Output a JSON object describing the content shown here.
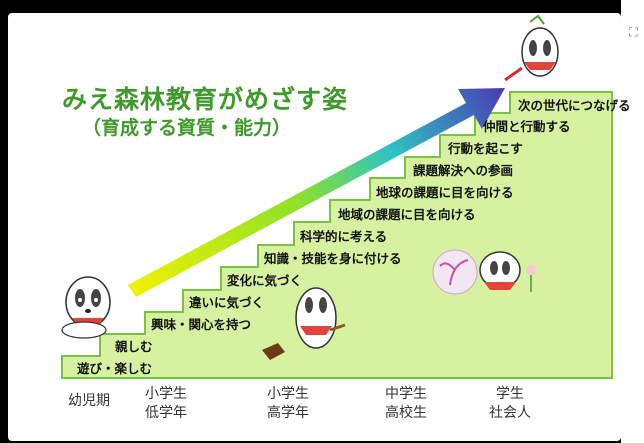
{
  "title": "みえ森林教育がめざす姿",
  "subtitle": "（育成する資質・能力）",
  "steps": [
    "遊び・楽しむ",
    "親しむ",
    "興味・関心を持つ",
    "違いに気づく",
    "変化に気づく",
    "知識・技能を身に付ける",
    "科学的に考える",
    "地域の課題に目を向ける",
    "地球の課題に目を向ける",
    "課題解決への参画",
    "行動を起こす",
    "仲間と行動する",
    "次の世代につなげる"
  ],
  "age_groups": [
    {
      "line1": "幼児期",
      "line2": ""
    },
    {
      "line1": "小学生",
      "line2": "低学年"
    },
    {
      "line1": "小学生",
      "line2": "高学年"
    },
    {
      "line1": "中学生",
      "line2": "高校生"
    },
    {
      "line1": "学生",
      "line2": "社会人"
    }
  ],
  "colors": {
    "title_green": "#3f9a2b",
    "stairs_fill": "#d6f2a0",
    "stairs_stroke": "#7cc242",
    "arrow_start": "#f0f200",
    "arrow_mid": "#2ec4c4",
    "arrow_end": "#4a3fb4"
  },
  "icons": [
    "badger-mascot-icon",
    "expand-icon",
    "hiker-badger-icon",
    "seedling-icon"
  ]
}
